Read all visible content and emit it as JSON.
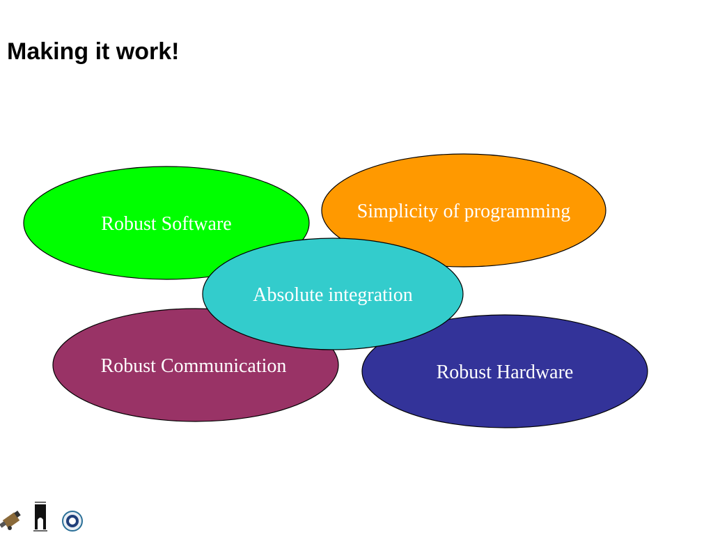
{
  "slide": {
    "title": "Making it work!"
  },
  "diagram": {
    "nodes": [
      {
        "id": "robust-software",
        "label": "Robust Software",
        "color": "#00ff00"
      },
      {
        "id": "simplicity-of-programming",
        "label": "Simplicity of programming",
        "color": "#ff9900"
      },
      {
        "id": "robust-communication",
        "label": "Robust Communication",
        "color": "#993366"
      },
      {
        "id": "robust-hardware",
        "label": "Robust Hardware",
        "color": "#333399"
      },
      {
        "id": "absolute-integration",
        "label": "Absolute integration",
        "color": "#33cccc"
      }
    ],
    "outline_color": "#000000",
    "label_color": "#ffffff"
  },
  "footer": {
    "logos": [
      "robot-logo",
      "university-tower-logo",
      "circular-seal-logo"
    ]
  }
}
